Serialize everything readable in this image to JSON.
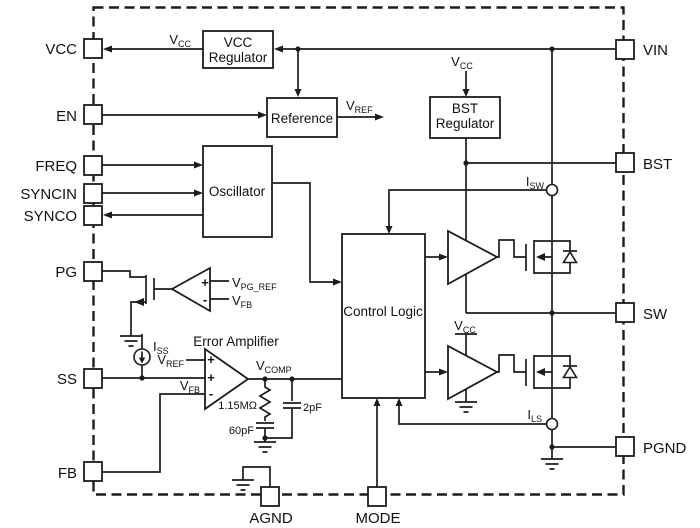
{
  "pins": {
    "vcc": "VCC",
    "en": "EN",
    "freq": "FREQ",
    "syncin": "SYNCIN",
    "synco": "SYNCO",
    "pg": "PG",
    "ss": "SS",
    "fb": "FB",
    "vin": "VIN",
    "bst": "BST",
    "sw": "SW",
    "pgnd": "PGND",
    "agnd": "AGND",
    "mode": "MODE"
  },
  "blocks": {
    "vcc_regulator": {
      "line1": "VCC",
      "line2": "Regulator"
    },
    "reference": {
      "label": "Reference"
    },
    "bst_regulator": {
      "line1": "BST",
      "line2": "Regulator"
    },
    "oscillator": {
      "label": "Oscillator"
    },
    "control_logic": {
      "label": "Control Logic"
    },
    "error_amplifier": {
      "label": "Error Amplifier"
    }
  },
  "signals": {
    "vcc": {
      "base": "V",
      "sub": "CC"
    },
    "vref": {
      "base": "V",
      "sub": "REF"
    },
    "vpg_ref": {
      "base": "V",
      "sub": "PG_REF"
    },
    "vfb": {
      "base": "V",
      "sub": "FB"
    },
    "vcomp": {
      "base": "V",
      "sub": "COMP"
    },
    "isw": {
      "base": "I",
      "sub": "SW"
    },
    "ils": {
      "base": "I",
      "sub": "LS"
    },
    "iss": {
      "base": "I",
      "sub": "SS"
    }
  },
  "components": {
    "comp_resistor": "1.15MΩ",
    "comp_capacitor": "60pF",
    "hf_capacitor": "2pF"
  },
  "symbols": {
    "plus": "+",
    "minus": "-"
  },
  "colors": {
    "line": "#1c1c1c",
    "background": "#ffffff"
  }
}
